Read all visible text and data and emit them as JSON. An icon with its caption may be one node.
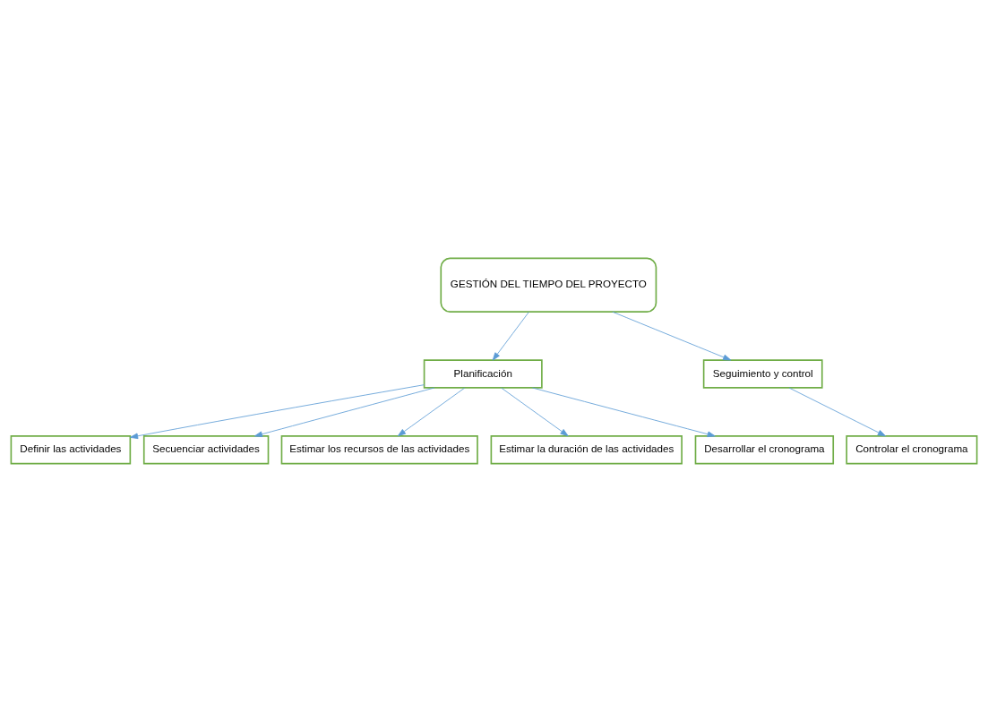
{
  "diagram": {
    "nodes": [
      {
        "text": [
          "GESTIÓN DEL TIEMPO DEL PROYECTO"
        ]
      },
      {
        "text": [
          "Planificación"
        ]
      },
      {
        "text": [
          "Seguimiento y control"
        ]
      },
      {
        "text": [
          "Definir las actividades"
        ]
      },
      {
        "text": [
          "Secuenciar actividades"
        ]
      },
      {
        "text": [
          "Estimar los recursos de las actividades"
        ]
      },
      {
        "text": [
          "Estimar la duración de las actividades"
        ]
      },
      {
        "text": [
          "Desarrollar el cronograma"
        ]
      },
      {
        "text": [
          "Controlar el cronograma"
        ]
      }
    ],
    "edges": [
      {
        "from": 0,
        "to": 1,
        "arrow": "to"
      },
      {
        "from": 0,
        "to": 2,
        "arrow": "to"
      },
      {
        "from": 1,
        "to": 3,
        "arrow": "to"
      },
      {
        "from": 1,
        "to": 4,
        "arrow": "to"
      },
      {
        "from": 1,
        "to": 5,
        "arrow": "to"
      },
      {
        "from": 1,
        "to": 6,
        "arrow": "to"
      },
      {
        "from": 1,
        "to": 7,
        "arrow": "to"
      },
      {
        "from": 2,
        "to": 8,
        "arrow": "to"
      }
    ]
  }
}
